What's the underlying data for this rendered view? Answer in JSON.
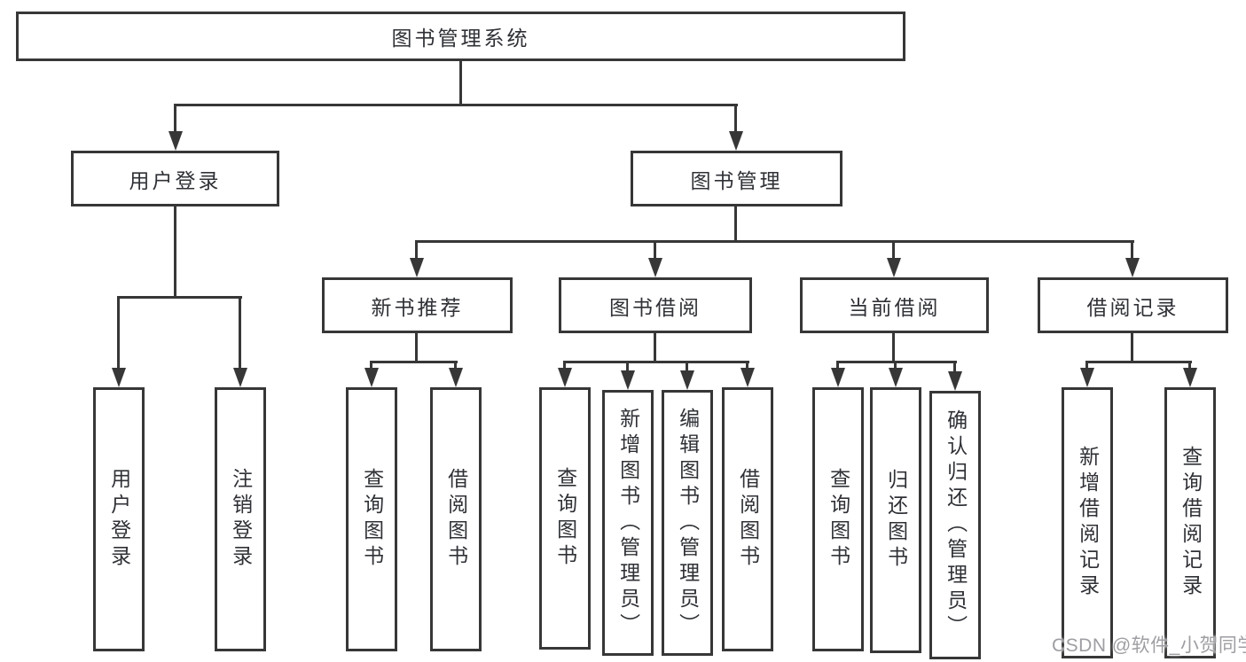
{
  "tree": {
    "label": "图书管理系统",
    "children": [
      {
        "label": "用户登录",
        "children": [
          {
            "label": "用户登录"
          },
          {
            "label": "注销登录"
          }
        ]
      },
      {
        "label": "图书管理",
        "children": [
          {
            "label": "新书推荐",
            "children": [
              {
                "label": "查询图书"
              },
              {
                "label": "借阅图书"
              }
            ]
          },
          {
            "label": "图书借阅",
            "children": [
              {
                "label": "查询图书"
              },
              {
                "label": "新增图书（管理员）"
              },
              {
                "label": "编辑图书（管理员）"
              },
              {
                "label": "借阅图书"
              }
            ]
          },
          {
            "label": "当前借阅",
            "children": [
              {
                "label": "查询图书"
              },
              {
                "label": "归还图书"
              },
              {
                "label": "确认归还（管理员）"
              }
            ]
          },
          {
            "label": "借阅记录",
            "children": [
              {
                "label": "新增借阅记录"
              },
              {
                "label": "查询借阅记录"
              }
            ]
          }
        ]
      }
    ]
  },
  "watermark": {
    "text": "CSDN @软件_小贺同学"
  },
  "colors": {
    "line": "#373737",
    "text": "#2f3136",
    "watermark": "#9e9ea3",
    "background": "#ffffff"
  }
}
